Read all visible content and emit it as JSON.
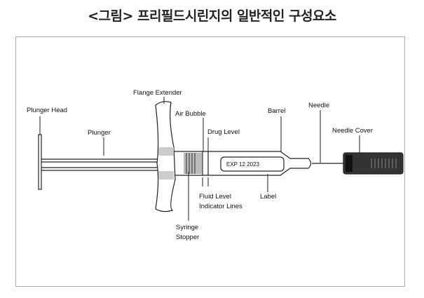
{
  "title": "<그림> 프리필드시린지의 일반적인 구성요소",
  "labels": {
    "plunger_head": "Plunger Head",
    "plunger": "Plunger",
    "flange_extender": "Flange Extender",
    "air_bubble": "Air Bubble",
    "drug_level": "Drug Level",
    "barrel": "Barrel",
    "needle": "Needle",
    "needle_cover": "Needle Cover",
    "fluid_level_1": "Fluid Level",
    "fluid_level_2": "Indicator Lines",
    "label": "Label",
    "syringe_stopper_1": "Syringe",
    "syringe_stopper_2": "Stopper",
    "exp_text": "EXP 12  2023"
  }
}
